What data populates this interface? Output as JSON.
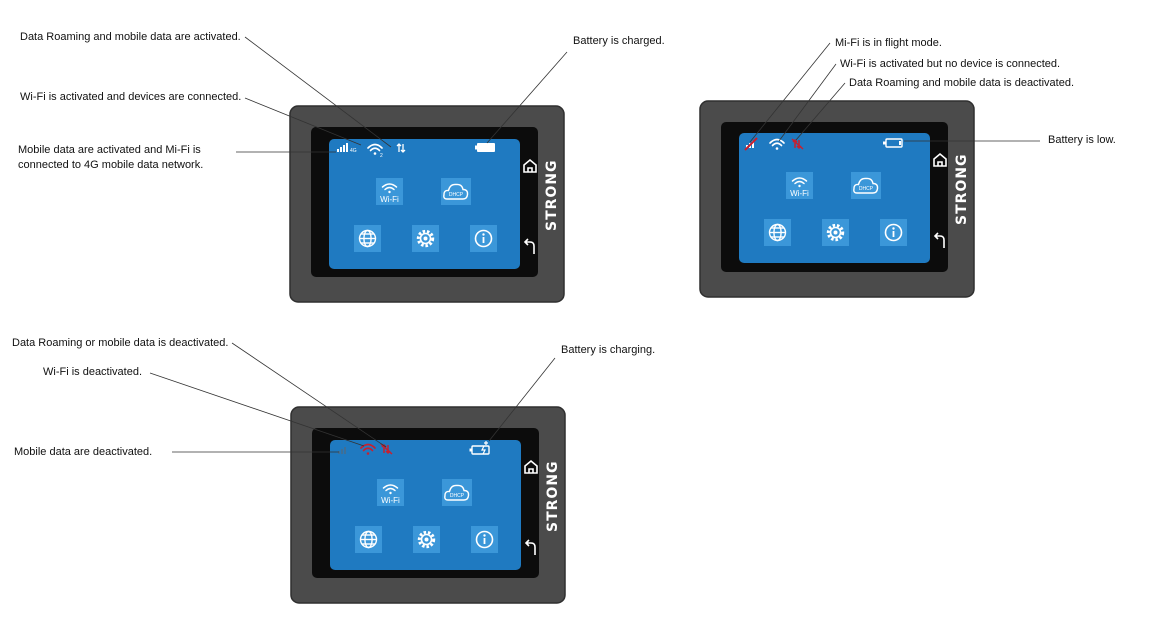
{
  "brand": "STRONG",
  "colors": {
    "bezel": "#4b4b4b",
    "bezel_outline": "#2f2f2f",
    "frame": "#0c0c0c",
    "screen": "#1f7ac1",
    "tile": "#3b97d9",
    "icon": "#ffffff",
    "alert": "#c8202f",
    "leader": "#333333"
  },
  "tiles": {
    "wifi_label": "Wi-Fi",
    "dhcp_label": "DHCP"
  },
  "devices": [
    {
      "id": "device-1",
      "state": "normal",
      "callouts": [
        "Data Roaming and mobile data are activated.",
        "Battery is charged.",
        "Wi-Fi is activated and devices are connected.",
        "Mobile data are activated and Mi-Fi is",
        "connected to 4G mobile data network."
      ],
      "network_label": "4G",
      "wifi_clients": "2"
    },
    {
      "id": "device-2",
      "state": "flight",
      "callouts": [
        "Mi-Fi is in flight mode.",
        "Wi-Fi is activated but no device is connected.",
        "Data Roaming and mobile data is deactivated.",
        "Battery is low."
      ]
    },
    {
      "id": "device-3",
      "state": "deactivated",
      "callouts": [
        "Data Roaming or mobile data is deactivated.",
        "Battery is charging.",
        "Wi-Fi is deactivated.",
        "Mobile data are deactivated."
      ]
    }
  ]
}
